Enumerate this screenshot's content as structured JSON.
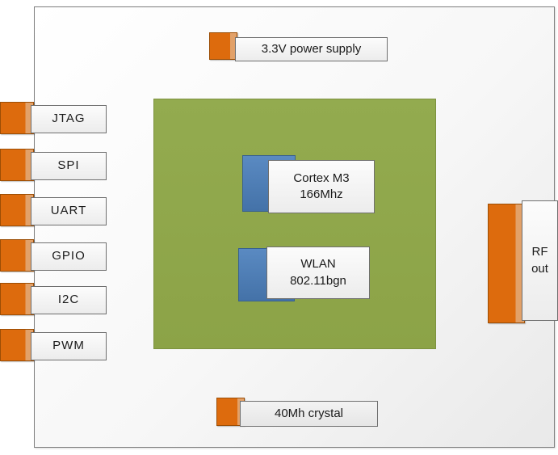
{
  "top": {
    "label": "3.3V power supply"
  },
  "left_ports": [
    {
      "label": "JTAG"
    },
    {
      "label": "SPI"
    },
    {
      "label": "UART"
    },
    {
      "label": "GPIO"
    },
    {
      "label": "I2C"
    },
    {
      "label": "PWM"
    }
  ],
  "core": {
    "cpu": {
      "line1": "Cortex M3",
      "line2": "166Mhz"
    },
    "wlan": {
      "line1": "WLAN",
      "line2": "802.11bgn"
    }
  },
  "right": {
    "line1": "RF",
    "line2": "out"
  },
  "bottom": {
    "label": "40Mh crystal"
  },
  "colors": {
    "orange": "#DD6B0D",
    "orange_light": "#E2A169",
    "green": "#8FA74B",
    "blue": "#4F81BD",
    "box_border": "#6F6F6F"
  }
}
